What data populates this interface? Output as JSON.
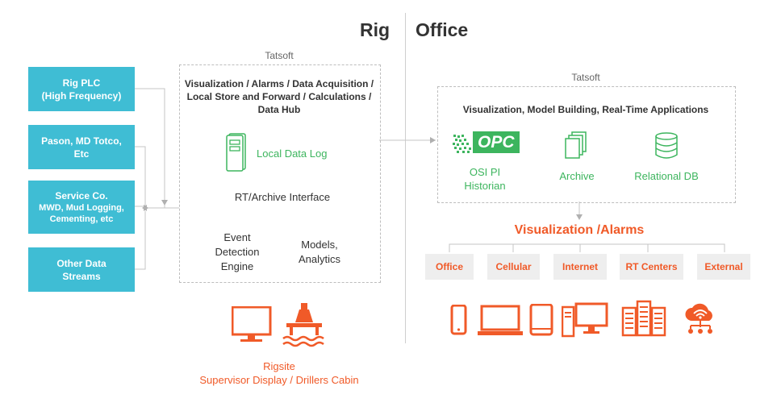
{
  "headings": {
    "rig": "Rig",
    "office": "Office"
  },
  "sources": [
    {
      "lines": [
        "Rig PLC",
        "(High Frequency)"
      ]
    },
    {
      "lines": [
        "Pason, MD Totco,",
        "Etc"
      ]
    },
    {
      "lines": [
        "Service Co.",
        "MWD, Mud Logging,",
        "Cementing, etc"
      ]
    },
    {
      "lines": [
        "Other Data",
        "Streams"
      ]
    }
  ],
  "rig_box": {
    "vendor": "Tatsoft",
    "features": "Visualization / Alarms / Data Acquisition / Local Store and Forward / Calculations / Data Hub",
    "local_data_log": "Local Data Log",
    "interface": "RT/Archive Interface",
    "event_engine": "Event Detection Engine",
    "models": "Models, Analytics"
  },
  "rigsite": {
    "line1": "Rigsite",
    "line2": "Supervisor Display / Drillers Cabin"
  },
  "office_box": {
    "vendor": "Tatsoft",
    "features": "Visualization, Model Building, Real-Time Applications",
    "opc_logo": "OPC",
    "osi_pi": "OSI PI Historian",
    "archive": "Archive",
    "relational_db": "Relational DB"
  },
  "visualization_alarms": "Visualization /Alarms",
  "channels": [
    "Office",
    "Cellular",
    "Internet",
    "RT Centers",
    "External"
  ],
  "colors": {
    "source_box": "#3fbdd4",
    "green": "#3db55e",
    "orange": "#f05a28"
  },
  "icons": [
    "phone-icon",
    "laptop-icon",
    "tablet-icon",
    "desktop-icon",
    "server-rack-icon",
    "cloud-network-icon"
  ]
}
